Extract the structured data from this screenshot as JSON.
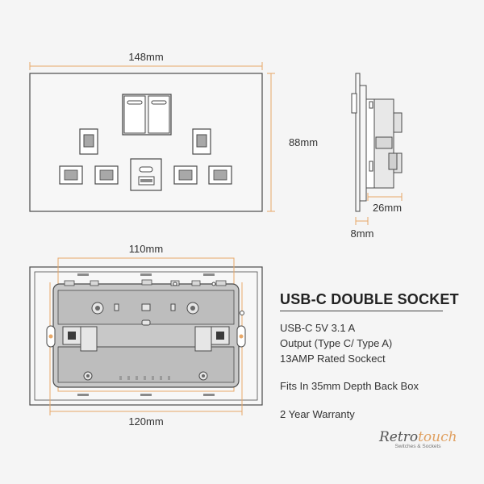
{
  "dimensions": {
    "front_width": "148mm",
    "front_height": "88mm",
    "side_depth": "26mm",
    "side_plate": "8mm",
    "back_inner_width": "110mm",
    "back_outer_width": "120mm"
  },
  "product": {
    "title": "USB-C DOUBLE SOCKET",
    "specs": [
      "USB-C 5V 3.1 A",
      "Output (Type C/ Type A)",
      "13AMP Rated Sockect",
      "Fits In 35mm Depth Back Box",
      "2 Year Warranty"
    ]
  },
  "brand": {
    "name_part1": "Retro",
    "name_part2": "touch",
    "tagline": "Switches & Sockets"
  },
  "colors": {
    "dimension_line": "#e8a868",
    "outline": "#4a4a4a",
    "pin_fill": "#9a9a9a",
    "back_body": "#c8c8c8",
    "background": "#f5f5f5"
  }
}
